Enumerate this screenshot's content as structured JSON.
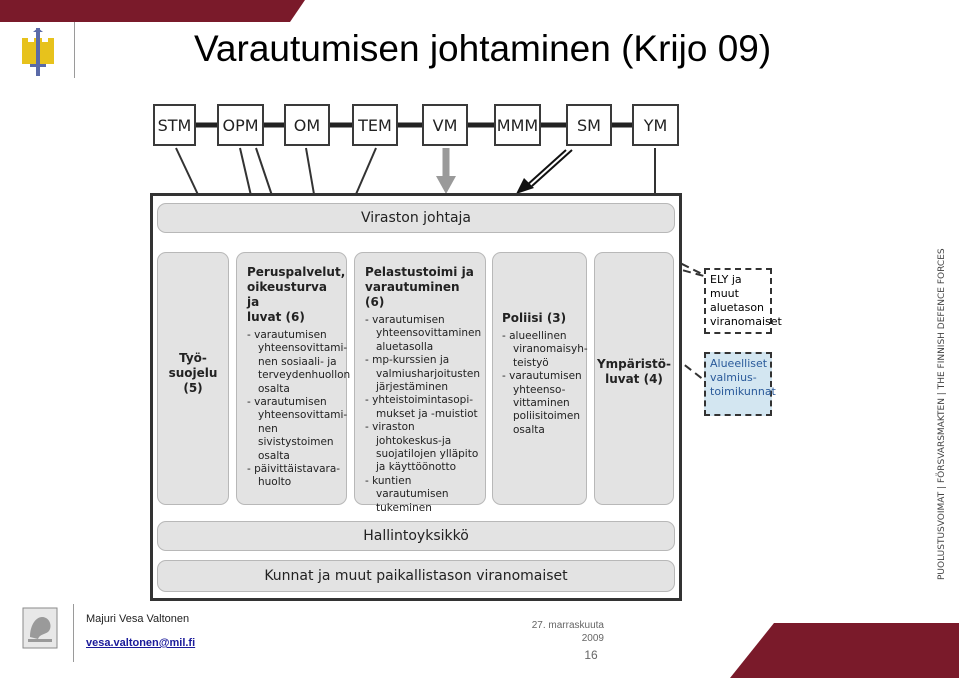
{
  "slide": {
    "title": "Varautumisen johtaminen (Krijo 09)",
    "accent_color": "#7a1a2a"
  },
  "diagram": {
    "ministries": [
      "STM",
      "OPM",
      "OM",
      "TEM",
      "VM",
      "MMM",
      "SM",
      "YM"
    ],
    "agency_head": "Viraston johtaja",
    "columns": {
      "tyosuojelu": {
        "title": [
          "Työ-",
          "suojelu",
          "(5)"
        ]
      },
      "peruspalvelut": {
        "title": [
          "Peruspalvelut,",
          "oikeusturva ja",
          "luvat (6)"
        ],
        "items": [
          "- varautumisen yhteensovittami-nen sosiaali- ja terveydenhuollon osalta",
          "- varautumisen yhteensovittami-nen sivistystoimen osalta",
          "- päivittäistavara-huolto"
        ]
      },
      "pelastustoimi": {
        "title": [
          "Pelastustoimi ja",
          "varautuminen (6)"
        ],
        "items": [
          "- varautumisen yhteensovittaminen aluetasolla",
          "- mp-kurssien ja valmiusharjoitusten järjestäminen",
          "- yhteistoimintasopi-mukset ja -muistiot",
          "- viraston johtokeskus-ja suojatilojen ylläpito ja käyttöönotto",
          "- kuntien varautumisen tukeminen"
        ]
      },
      "poliisi": {
        "title": [
          "Poliisi (3)"
        ],
        "items": [
          "- alueellinen viranomaisyh-teistyö",
          "- varautumisen yhteenso-vittaminen poliisitoimen osalta"
        ]
      },
      "ymparisto": {
        "title": [
          "Ympäristö-",
          "luvat (4)"
        ]
      }
    },
    "admin_unit": "Hallintoyksikkö",
    "municipalities": "Kunnat ja muut paikallistason viranomaiset",
    "external": {
      "ely": [
        "ELY ja muut",
        "aluetason",
        "viranomaiset"
      ],
      "regional": [
        "Alueelliset",
        "valmius-",
        "toimikunnat"
      ]
    }
  },
  "sidebar_text": "PUOLUSTUSVOIMAT  |  FÖRSVARSMAKTEN  |  THE FINNISH DEFENCE FORCES",
  "footer": {
    "presenter": "Majuri Vesa Valtonen",
    "email": "vesa.valtonen@mil.fi",
    "date_line1": "27. marraskuuta",
    "date_line2": "2009",
    "page": "16"
  }
}
